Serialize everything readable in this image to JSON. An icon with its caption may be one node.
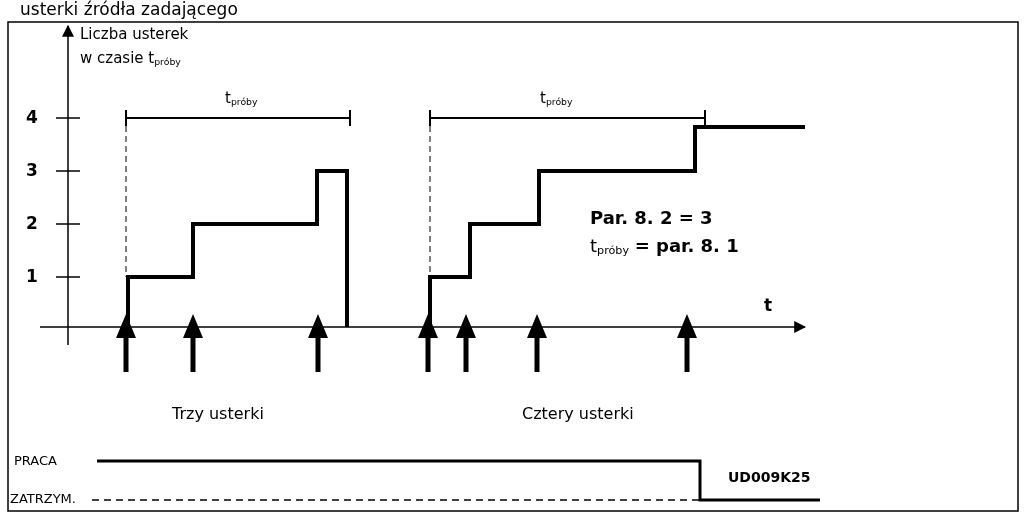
{
  "diagram": {
    "title": "usterki źródła zadającego",
    "labels": [
      "Liczba usterek",
      "w czasie t$_{próby}$",
      "4",
      "3",
      "2",
      "1",
      "t$_{próby}$",
      "t$_{próby}$",
      "Par. 8. 2 = 3",
      "t$_{próby}$ **= par. 8. 1**",
      "t",
      "Trzy usterki",
      "Cztery usterki",
      "PRACA",
      "UD009K25",
      "ZATRZYM."
    ]
  }
}
